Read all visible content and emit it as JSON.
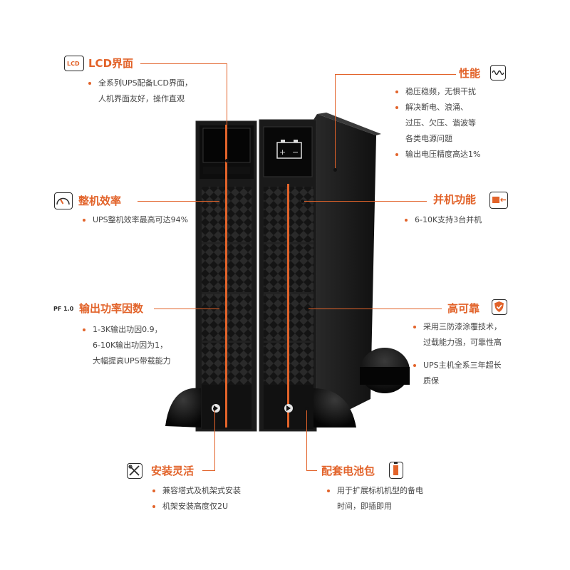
{
  "features": {
    "lcd": {
      "title": "LCD界面",
      "icon_label": "LCD",
      "icon": "lcd-screen-icon",
      "bullets": [
        "全系列UPS配备LCD界面，",
        "人机界面友好，操作直观"
      ]
    },
    "performance": {
      "title": "性能",
      "icon": "waveform-icon",
      "bullets": [
        "稳压稳频，无惧干扰",
        "解决断电、浪涌、",
        "过压、欠压、谐波等",
        "各类电源问题",
        "输出电压精度高达1%"
      ]
    },
    "efficiency": {
      "title": "整机效率",
      "icon": "gauge-icon",
      "bullets": [
        "UPS整机效率最高可达94%"
      ]
    },
    "parallel": {
      "title": "并机功能",
      "icon": "battery-arrow-icon",
      "bullets": [
        "6-10K支持3台并机"
      ]
    },
    "power_factor": {
      "title": "输出功率因数",
      "icon_label": "PF 1.0",
      "icon": "power-factor-icon",
      "bullets": [
        "1-3K输出功因0.9，",
        "6-10K输出功因为1，",
        "大幅提高UPS带载能力"
      ]
    },
    "reliability": {
      "title": "高可靠",
      "icon": "shield-check-icon",
      "bullets": [
        "采用三防漆涂覆技术，",
        "过载能力强，可靠性高",
        "UPS主机全系三年超长",
        "质保"
      ]
    },
    "installation": {
      "title": "安装灵活",
      "icon": "tools-icon",
      "bullets": [
        "兼容塔式及机架式安装",
        "机架安装高度仅2U"
      ]
    },
    "battery_pack": {
      "title": "配套电池包",
      "icon": "battery-icon",
      "bullets": [
        "用于扩展标机机型的备电",
        "时间，即插即用"
      ]
    }
  },
  "colors": {
    "accent": "#e2632a",
    "unit_body": "#1c1c1c",
    "unit_panel": "#111111"
  }
}
